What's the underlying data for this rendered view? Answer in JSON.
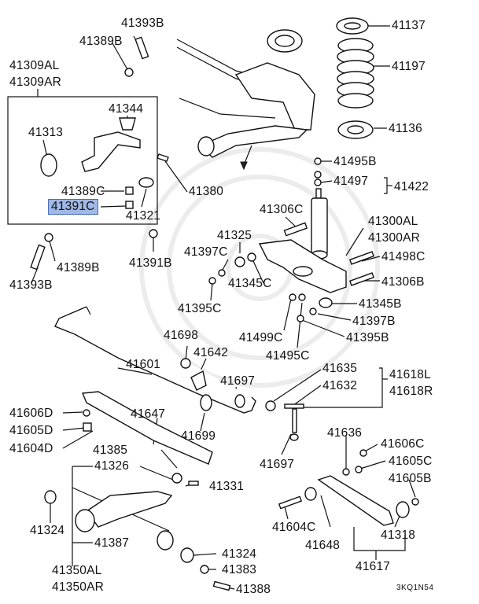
{
  "colors": {
    "highlight": "#9fb8e6",
    "line": "#111111",
    "background": "#ffffff"
  },
  "labels": {
    "p41393B_top": "41393B",
    "p41389B_top": "41389B",
    "p41309AL": "41309AL",
    "p41309AR": "41309AR",
    "p41344": "41344",
    "p41313": "41313",
    "p41389C": "41389C",
    "p41391C": "41391C",
    "p41321": "41321",
    "p41380": "41380",
    "p41391B": "41391B",
    "p41389B_bottom": "41389B",
    "p41393B_bottom": "41393B",
    "p41137": "41137",
    "p41197": "41197",
    "p41136": "41136",
    "p41495B": "41495B",
    "p41497": "41497",
    "p41422": "41422",
    "p41306C": "41306C",
    "p41300AL": "41300AL",
    "p41300AR": "41300AR",
    "p41325": "41325",
    "p41397C": "41397C",
    "p41498C": "41498C",
    "p41345C": "41345C",
    "p41306B": "41306B",
    "p41395C": "41395C",
    "p41345B": "41345B",
    "p41397B": "41397B",
    "p41499C": "41499C",
    "p41395B": "41395B",
    "p41495C": "41495C",
    "p41698": "41698",
    "p41642": "41642",
    "p41601": "41601",
    "p41697_top": "41697",
    "p41635": "41635",
    "p41632": "41632",
    "p41618L": "41618L",
    "p41618R": "41618R",
    "p41606D": "41606D",
    "p41605D": "41605D",
    "p41604D": "41604D",
    "p41647": "41647",
    "p41699": "41699",
    "p41636": "41636",
    "p41606C": "41606C",
    "p41605C": "41605C",
    "p41385": "41385",
    "p41697_bottom": "41697",
    "p41605B": "41605B",
    "p41326": "41326",
    "p41331": "41331",
    "p41324_left": "41324",
    "p41604C": "41604C",
    "p41648": "41648",
    "p41318": "41318",
    "p41387": "41387",
    "p41324_bottom": "41324",
    "p41383": "41383",
    "p41617": "41617",
    "p41350AL": "41350AL",
    "p41350AR": "41350AR",
    "p41388": "41388"
  },
  "highlighted_part": "41391C",
  "diagram_code": "3KQ1N54"
}
